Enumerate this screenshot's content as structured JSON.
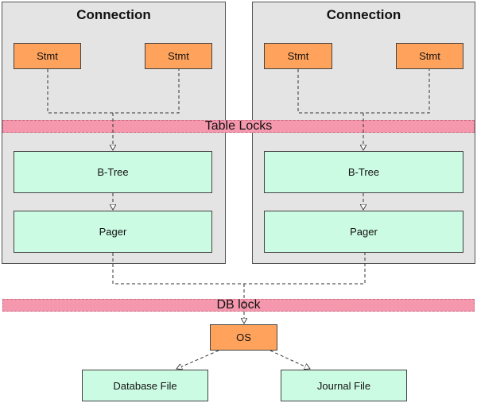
{
  "connections": [
    {
      "title": "Connection",
      "stmts": [
        "Stmt",
        "Stmt"
      ],
      "btree": "B-Tree",
      "pager": "Pager"
    },
    {
      "title": "Connection",
      "stmts": [
        "Stmt",
        "Stmt"
      ],
      "btree": "B-Tree",
      "pager": "Pager"
    }
  ],
  "bands": {
    "table_locks": "Table Locks",
    "db_lock": "DB lock"
  },
  "os": "OS",
  "files": {
    "database": "Database File",
    "journal": "Journal File"
  },
  "colors": {
    "stmt_fill": "#ffa35c",
    "component_fill": "#ccfbe3",
    "lock_band": "#f598ae",
    "connection_bg": "#e4e4e4"
  }
}
